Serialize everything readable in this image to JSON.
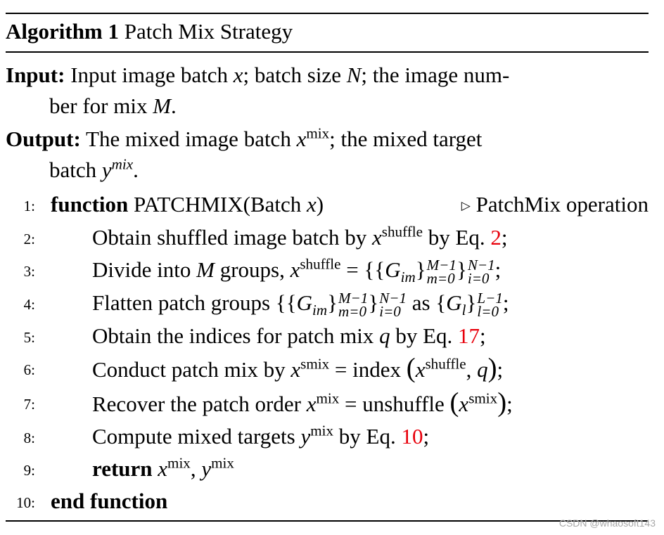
{
  "caption": {
    "label": "Algorithm 1",
    "title": "Patch Mix Strategy"
  },
  "input": {
    "label": "Input:",
    "parts": [
      "Input image batch ",
      "x",
      "; batch size ",
      "N",
      "; the image num-"
    ],
    "cont": [
      "ber for mix ",
      "M",
      "."
    ]
  },
  "output": {
    "label": "Output:",
    "parts": [
      "The mixed image batch ",
      "x",
      "mix",
      "; the mixed target"
    ],
    "cont": [
      "batch ",
      "y",
      "mix",
      "."
    ]
  },
  "lines": [
    {
      "num": "1:",
      "kw": "function",
      "name": "PATCHMIX",
      "args": "(Batch ",
      "var": "x",
      "close": ")",
      "comment": "PatchMix operation"
    },
    {
      "num": "2:",
      "text": "Obtain shuffled image batch by ",
      "var": "x",
      "sup": "shuffle",
      "after": " by Eq. ",
      "ref": "2",
      "end": ";"
    },
    {
      "num": "3:",
      "text": "Divide into ",
      "var": "M",
      "mid": " groups, ",
      "var2": "x",
      "sup": "shuffle",
      "eq": " = {{",
      "G": "G",
      "Gsub": "im",
      "inner_top": "M−1",
      "inner_bot": "m=0",
      "outer_top": "N−1",
      "outer_bot": "i=0",
      "end": ";"
    },
    {
      "num": "4:",
      "text": "Flatten patch groups {{",
      "G": "G",
      "Gsub": "im",
      "inner_top": "M−1",
      "inner_bot": "m=0",
      "outer_top": "N−1",
      "outer_bot": "i=0",
      "mid": " as {",
      "G2": "G",
      "G2sub": "l",
      "l_top": "L−1",
      "l_bot": "l=0",
      "end": ";"
    },
    {
      "num": "5:",
      "text": "Obtain the indices for patch mix ",
      "var": "q",
      "after": " by Eq. ",
      "ref": "17",
      "end": ";"
    },
    {
      "num": "6:",
      "text": "Conduct patch mix by ",
      "var": "x",
      "sup": "smix",
      "eq": " = index ",
      "var2": "x",
      "sup2": "shuffle",
      "var3": "q",
      "end": ";"
    },
    {
      "num": "7:",
      "text": "Recover the patch order ",
      "var": "x",
      "sup": "mix",
      "eq": " = unshuffle ",
      "var2": "x",
      "sup2": "smix",
      "end": ";"
    },
    {
      "num": "8:",
      "text": "Compute mixed targets ",
      "var": "y",
      "sup": "mix",
      "after": " by Eq. ",
      "ref": "10",
      "end": ";"
    },
    {
      "num": "9:",
      "kw": "return",
      "var": "x",
      "sup": "mix",
      "var2": "y",
      "sup2": "mix"
    },
    {
      "num": "10:",
      "kw": "end function"
    }
  ],
  "watermark": "CSDN @whaosoft143",
  "colors": {
    "ref": "#e8000b",
    "text": "#000000",
    "watermark": "#a8a8a8"
  }
}
